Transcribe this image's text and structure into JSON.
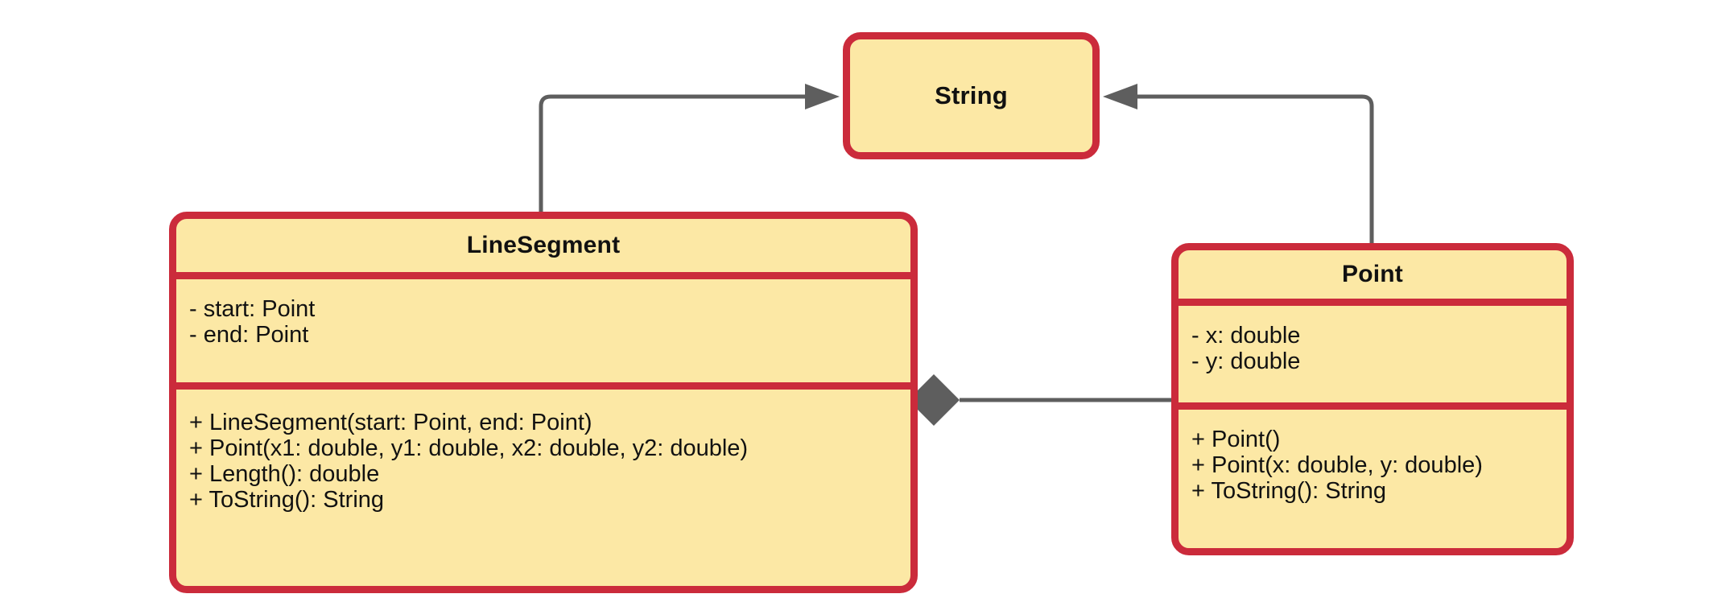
{
  "diagram": {
    "type": "uml-class-diagram",
    "background_color": "#FFFFFF",
    "palette": {
      "class_fill": "#FCE8A5",
      "class_border": "#CB2B3B",
      "connector": "#5E5E5E",
      "text": "#111111"
    },
    "classes": [
      {
        "id": "string",
        "name": "String",
        "attributes": [],
        "operations": [],
        "has_compartments": false
      },
      {
        "id": "linesegment",
        "name": "LineSegment",
        "attributes": [
          "- start: Point",
          "- end: Point"
        ],
        "operations": [
          "+ LineSegment(start: Point, end: Point)",
          "+ Point(x1: double, y1: double, x2: double, y2: double)",
          "+ Length(): double",
          "+ ToString(): String"
        ],
        "has_compartments": true
      },
      {
        "id": "point",
        "name": "Point",
        "attributes": [
          "- x: double",
          "- y: double"
        ],
        "operations": [
          "+ Point()",
          "+ Point(x: double, y: double)",
          "+ ToString(): String"
        ],
        "has_compartments": true
      }
    ],
    "relationships": [
      {
        "id": "linesegment-uses-string",
        "from": "LineSegment",
        "to": "String",
        "kind": "dependency-arrow",
        "arrow_head": "open-filled-triangle",
        "arrow_end": "String"
      },
      {
        "id": "point-uses-string",
        "from": "Point",
        "to": "String",
        "kind": "dependency-arrow",
        "arrow_head": "open-filled-triangle",
        "arrow_end": "String"
      },
      {
        "id": "linesegment-composes-point",
        "from": "LineSegment",
        "to": "Point",
        "kind": "composition",
        "diamond": "filled",
        "diamond_end": "LineSegment"
      }
    ]
  }
}
